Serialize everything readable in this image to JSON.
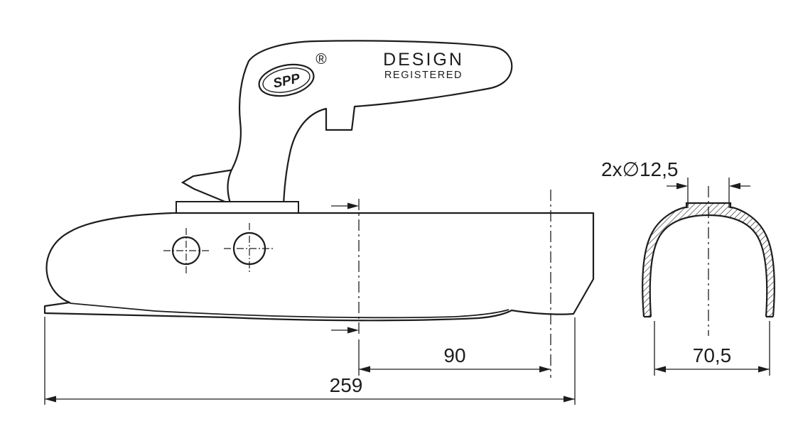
{
  "branding": {
    "logo_text": "SPP",
    "registered_symbol": "®",
    "design_line1": "DESIGN",
    "design_line2": "REGISTERED"
  },
  "dimensions": {
    "top_section": "2x∅12,5",
    "hole_to_end": "90",
    "overall_length": "259",
    "section_width": "70,5"
  },
  "colors": {
    "line": "#1d1d1d",
    "background": "#ffffff"
  }
}
